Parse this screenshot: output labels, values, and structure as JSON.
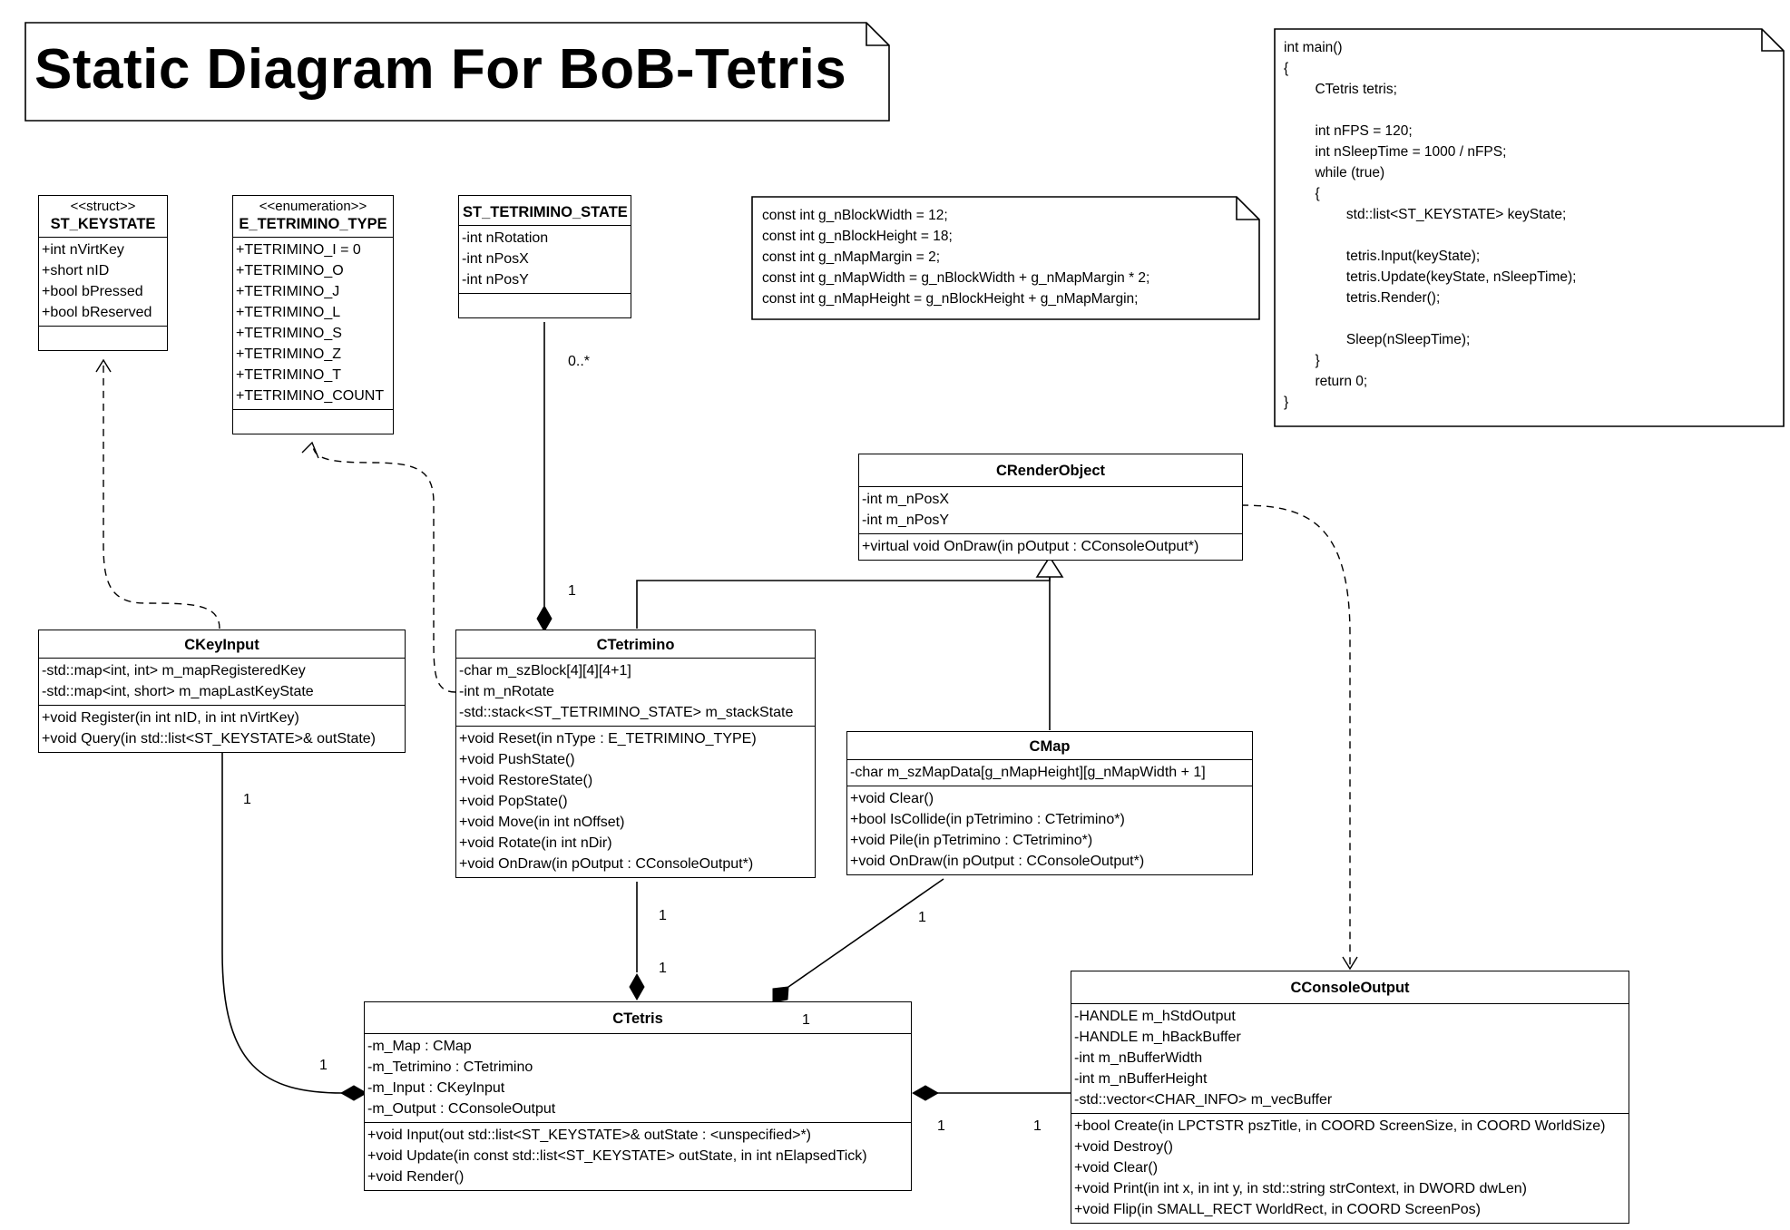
{
  "title": "Static Diagram For BoB-Tetris",
  "notes": {
    "constants": [
      "const int g_nBlockWidth = 12;",
      "const int g_nBlockHeight = 18;",
      "const int g_nMapMargin = 2;",
      "const int g_nMapWidth = g_nBlockWidth + g_nMapMargin * 2;",
      "const int g_nMapHeight = g_nBlockHeight + g_nMapMargin;"
    ],
    "main_code": [
      "int main()",
      "{",
      "        CTetris tetris;",
      "",
      "        int nFPS = 120;",
      "        int nSleepTime = 1000 / nFPS;",
      "        while (true)",
      "        {",
      "                std::list<ST_KEYSTATE> keyState;",
      "",
      "                tetris.Input(keyState);",
      "                tetris.Update(keyState, nSleepTime);",
      "                tetris.Render();",
      "",
      "                Sleep(nSleepTime);",
      "        }",
      "        return 0;",
      "}"
    ]
  },
  "classes": {
    "st_keystate": {
      "stereotype": "<<struct>>",
      "name": "ST_KEYSTATE",
      "attributes": [
        "+int nVirtKey",
        "+short nID",
        "+bool bPressed",
        "+bool bReserved"
      ],
      "operations": []
    },
    "e_tetrimino_type": {
      "stereotype": "<<enumeration>>",
      "name": "E_TETRIMINO_TYPE",
      "attributes": [
        "+TETRIMINO_I = 0",
        "+TETRIMINO_O",
        "+TETRIMINO_J",
        "+TETRIMINO_L",
        "+TETRIMINO_S",
        "+TETRIMINO_Z",
        "+TETRIMINO_T",
        "+TETRIMINO_COUNT"
      ],
      "operations": []
    },
    "st_tetrimino_state": {
      "name": "ST_TETRIMINO_STATE",
      "attributes": [
        "-int nRotation",
        "-int nPosX",
        "-int nPosY"
      ],
      "operations": []
    },
    "crenderobject": {
      "name": "CRenderObject",
      "attributes": [
        "-int m_nPosX",
        "-int m_nPosY"
      ],
      "operations": [
        "+virtual void OnDraw(in pOutput : CConsoleOutput*)"
      ]
    },
    "ckeyinput": {
      "name": "CKeyInput",
      "attributes": [
        "-std::map<int, int> m_mapRegisteredKey",
        "-std::map<int, short> m_mapLastKeyState"
      ],
      "operations": [
        "+void Register(in int nID, in int nVirtKey)",
        "+void Query(in std::list<ST_KEYSTATE>& outState)"
      ]
    },
    "ctetrimino": {
      "name": "CTetrimino",
      "attributes": [
        "-char m_szBlock[4][4][4+1]",
        "-int m_nRotate",
        "-std::stack<ST_TETRIMINO_STATE> m_stackState"
      ],
      "operations": [
        "+void Reset(in nType : E_TETRIMINO_TYPE)",
        "+void PushState()",
        "+void RestoreState()",
        "+void PopState()",
        "+void Move(in int nOffset)",
        "+void Rotate(in int nDir)",
        "+void OnDraw(in pOutput : CConsoleOutput*)"
      ]
    },
    "cmap": {
      "name": "CMap",
      "attributes": [
        "-char m_szMapData[g_nMapHeight][g_nMapWidth + 1]"
      ],
      "operations": [
        "+void Clear()",
        "+bool IsCollide(in pTetrimino : CTetrimino*)",
        "+void Pile(in pTetrimino : CTetrimino*)",
        "+void OnDraw(in pOutput : CConsoleOutput*)"
      ]
    },
    "ctetris": {
      "name": "CTetris",
      "attributes": [
        "-m_Map : CMap",
        "-m_Tetrimino : CTetrimino",
        "-m_Input : CKeyInput",
        "-m_Output : CConsoleOutput"
      ],
      "operations": [
        "+void Input(out std::list<ST_KEYSTATE>& outState : <unspecified>*)",
        "+void Update(in const std::list<ST_KEYSTATE> outState, in int nElapsedTick)",
        "+void Render()"
      ]
    },
    "cconsoleoutput": {
      "name": "CConsoleOutput",
      "attributes": [
        "-HANDLE m_hStdOutput",
        "-HANDLE m_hBackBuffer",
        "-int m_nBufferWidth",
        "-int m_nBufferHeight",
        "-std::vector<CHAR_INFO> m_vecBuffer"
      ],
      "operations": [
        "+bool Create(in LPCTSTR pszTitle, in COORD ScreenSize, in COORD WorldSize)",
        "+void Destroy()",
        "+void Clear()",
        "+void Print(in int x, in int y, in std::string strContext, in DWORD dwLen)",
        "+void Flip(in SMALL_RECT WorldRect, in COORD ScreenPos)"
      ]
    }
  },
  "multiplicities": {
    "state_many": "0..*",
    "state_one": "1",
    "keyinput_one": "1",
    "keyinput_tetris": "1",
    "tetrimino_one": "1",
    "tetrimino_tetris": "1",
    "map_one": "1",
    "map_tetris": "1",
    "tetris_output": "1",
    "output_one": "1"
  }
}
